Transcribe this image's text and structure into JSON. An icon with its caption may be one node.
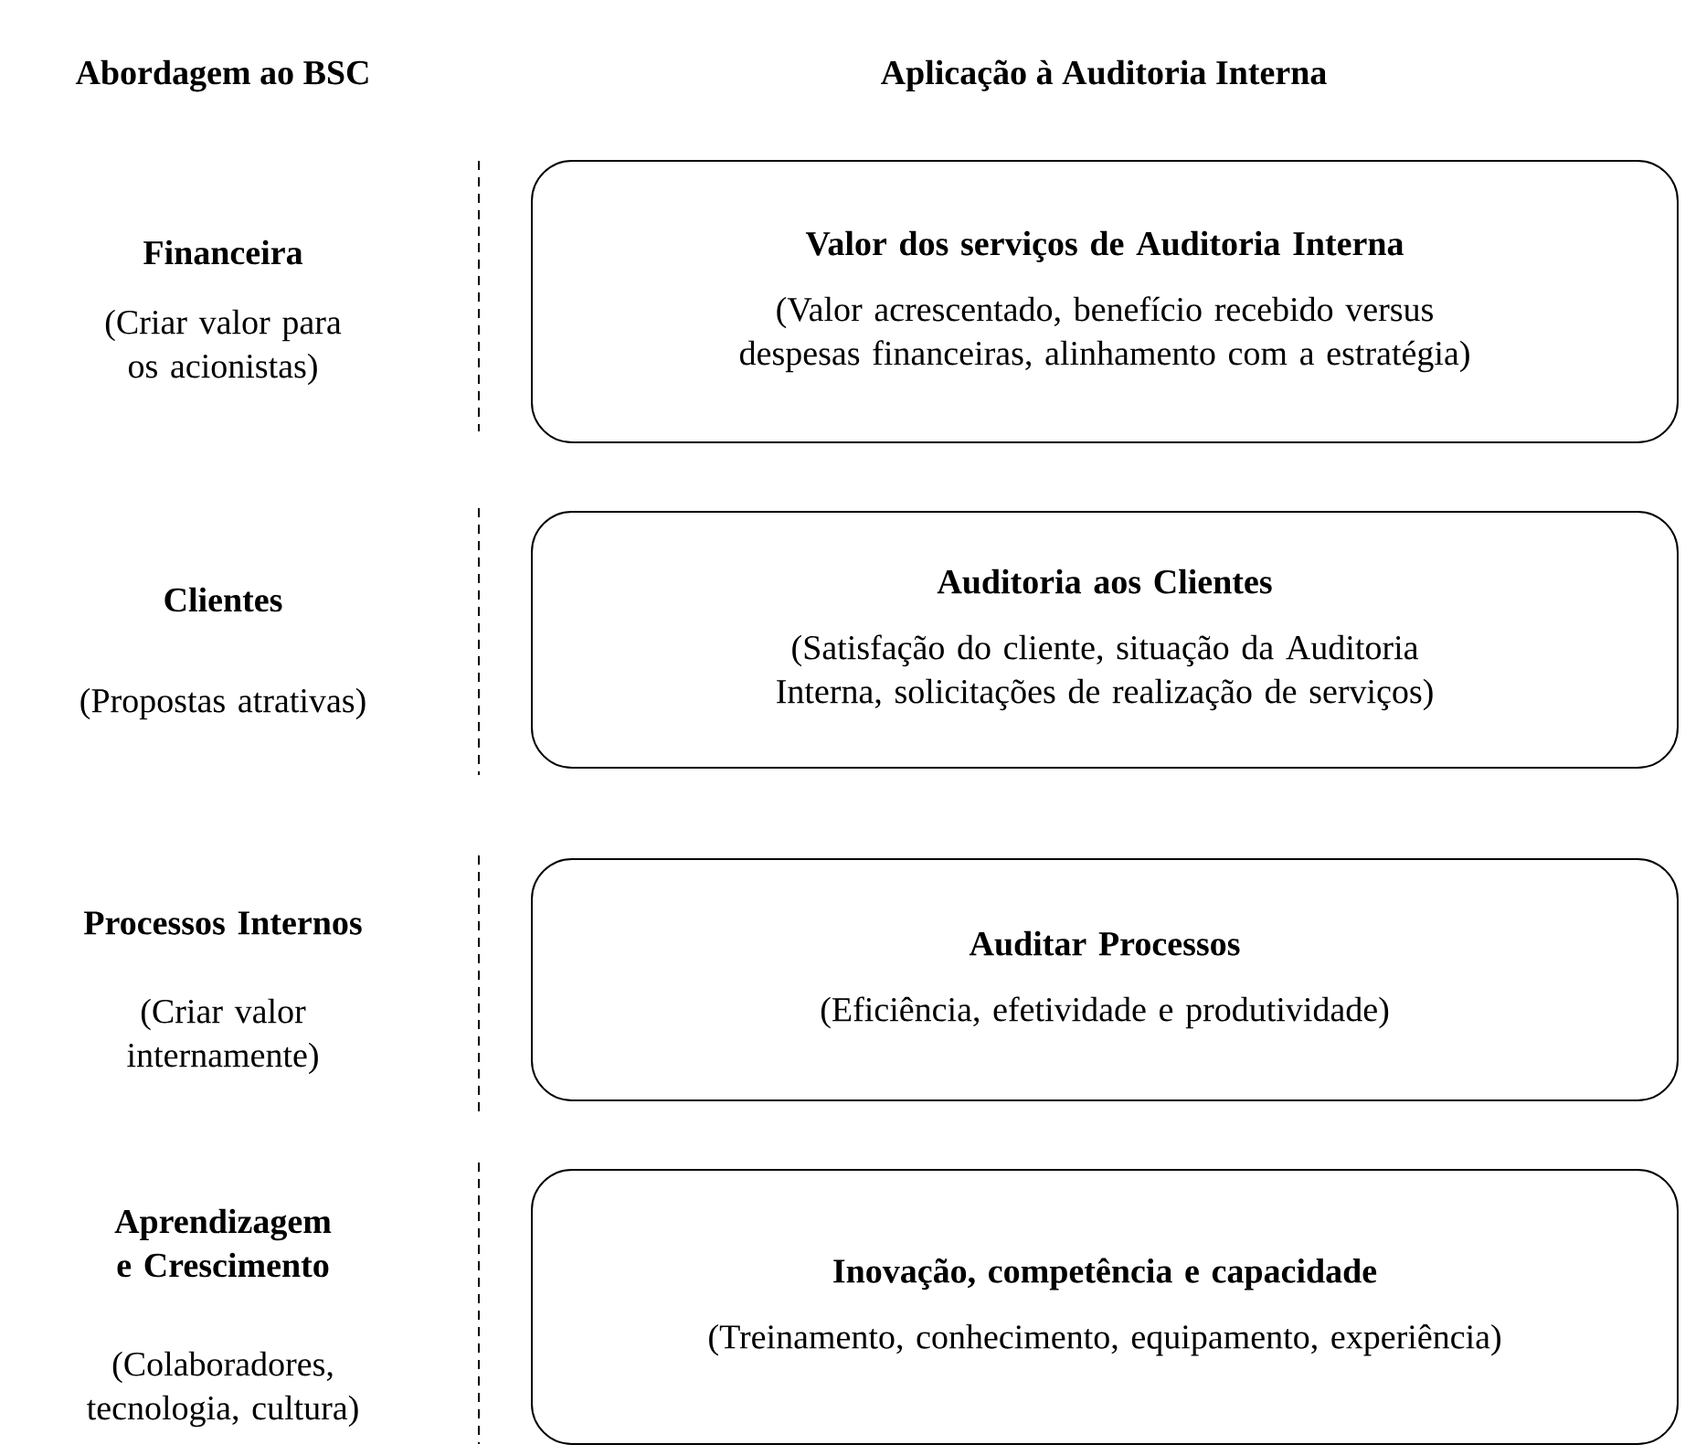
{
  "diagram": {
    "nodes": [
      {
        "text": [
          "Valor dos serviços de Auditoria Interna",
          "(Valor acrescentado, benefício recebido versus despesas financeiras, alinhamento com a estratégia)"
        ]
      },
      {
        "text": [
          "Auditoria aos Clientes",
          "(Satisfação do cliente, situação da Auditoria Interna, solicitações de realização de serviços)"
        ]
      },
      {
        "text": [
          "Auditar Processos",
          "(Eficiência, efetividade e produtividade)"
        ]
      },
      {
        "text": [
          "Inovação, competência e capacidade",
          "(Treinamento, conhecimento, equipamento, experiência)"
        ]
      }
    ],
    "labels": [
      "Abordagem ao BSC",
      "Aplicação à Auditoria Interna",
      "Financeira",
      "(Criar valor para os acionistas)",
      "Clientes",
      "(Propostas atrativas)",
      "Processos Internos",
      "(Criar valor internamente)",
      "Aprendizagem e Crescimento",
      "(Colaboradores, tecnologia, cultura)"
    ]
  }
}
